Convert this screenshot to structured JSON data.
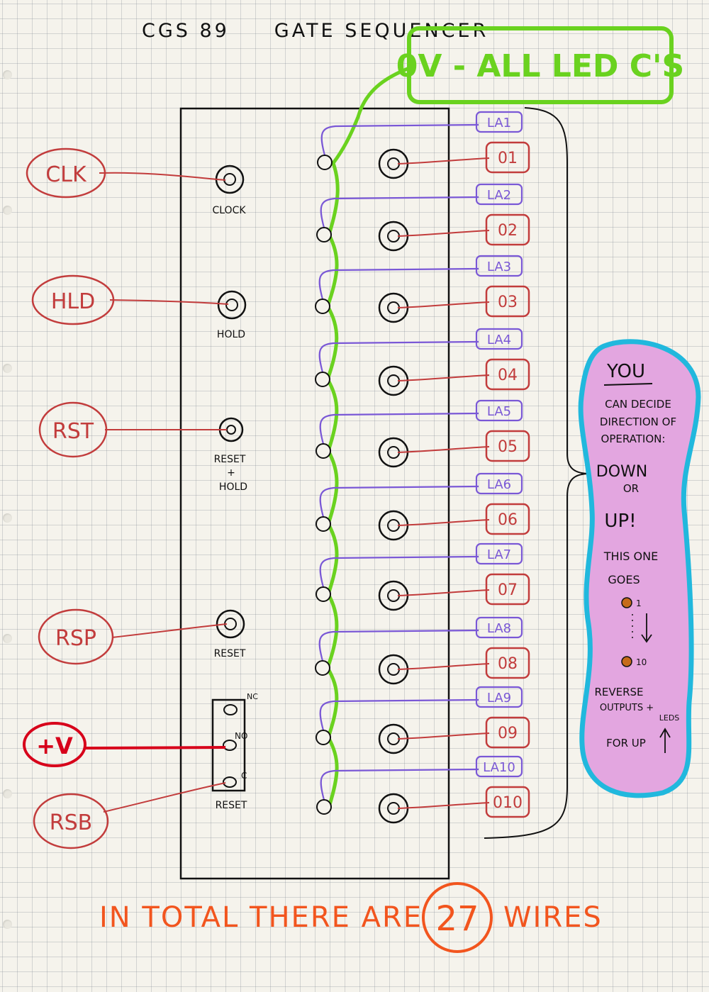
{
  "title": "CGS 89     GATE SEQUENCER",
  "ground_note": "0V - ALL LED C'S",
  "inputs": [
    {
      "tag": "CLK",
      "jack_label": "CLOCK"
    },
    {
      "tag": "HLD",
      "jack_label": "HOLD"
    },
    {
      "tag": "RST",
      "jack_label_1": "RESET",
      "jack_label_2": "+",
      "jack_label_3": "HOLD"
    },
    {
      "tag": "RSP",
      "jack_label": "RESET"
    }
  ],
  "switch": {
    "pins": [
      "NC",
      "NO",
      "C"
    ],
    "label": "RESET",
    "supply_tag": "+V",
    "bus_tag": "RSB"
  },
  "leds": [
    "LA1",
    "LA2",
    "LA3",
    "LA4",
    "LA5",
    "LA6",
    "LA7",
    "LA8",
    "LA9",
    "LA10"
  ],
  "outputs": [
    "01",
    "02",
    "03",
    "04",
    "05",
    "06",
    "07",
    "08",
    "09",
    "010"
  ],
  "note": {
    "heading": "YOU",
    "line1": "CAN DECIDE",
    "line2": "DIRECTION OF",
    "line3": "OPERATION:",
    "line4": "DOWN",
    "line5": "OR",
    "line6": "UP!",
    "line7": "THIS ONE",
    "line8": "GOES",
    "marker_top": "1",
    "marker_bottom": "10",
    "line9": "REVERSE",
    "line10": "OUTPUTS +",
    "line11": "LEDS",
    "line12": "FOR UP"
  },
  "footer": {
    "text_left": "IN TOTAL THERE ARE",
    "count": "27",
    "text_right": "WIRES"
  },
  "colors": {
    "ink": "#111111",
    "tag_red": "#c23c3c",
    "supply_red": "#d7001a",
    "led_purple": "#7a58d6",
    "ground_green": "#6ad21f",
    "note_pink": "#e3a6e0",
    "note_border": "#21b8dd",
    "footer_orange": "#f2551e"
  }
}
